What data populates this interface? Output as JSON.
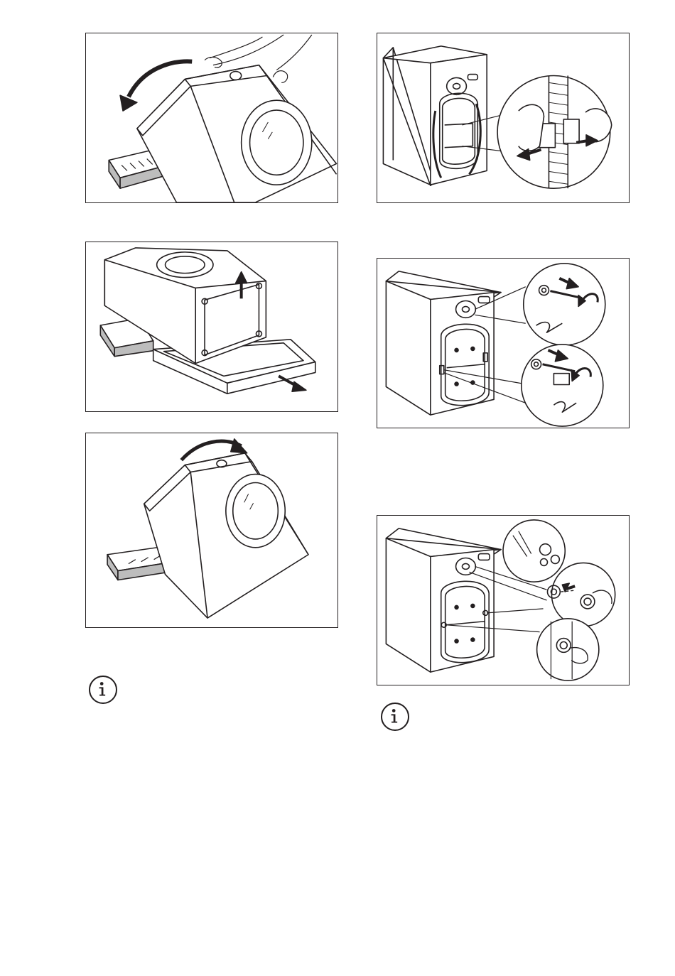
{
  "page": {
    "background": "#ffffff",
    "line_color": "#231f20",
    "fill_color": "#ffffff",
    "shade_color": "#bdbdbd"
  },
  "figures": [
    {
      "id": "tilt-back",
      "icon": "washer-tilt-back-illustration"
    },
    {
      "id": "remove-base",
      "icon": "washer-base-removal-illustration"
    },
    {
      "id": "tilt-upright",
      "icon": "washer-tilt-upright-illustration"
    },
    {
      "id": "remove-hose-clip",
      "icon": "hose-clip-removal-illustration"
    },
    {
      "id": "unscrew-bolts",
      "icon": "transit-bolt-removal-illustration"
    },
    {
      "id": "insert-caps",
      "icon": "plastic-cap-insertion-illustration"
    }
  ],
  "notes": [
    {
      "icon": "info-icon"
    },
    {
      "icon": "info-icon"
    }
  ]
}
